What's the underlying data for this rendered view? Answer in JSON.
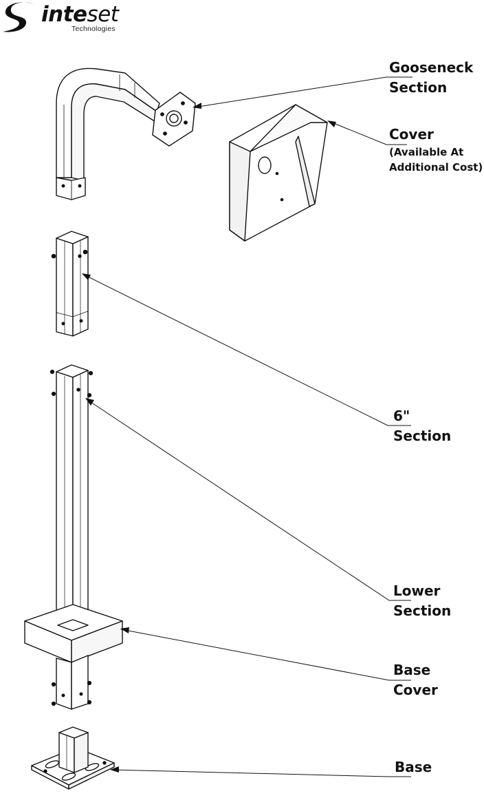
{
  "logo": {
    "brand_bold": "inte",
    "brand_thin": "set",
    "subtitle": "Technologies",
    "mark_icon": "swoosh-s-icon"
  },
  "parts": {
    "gooseneck": {
      "line1": "Gooseneck",
      "line2": "Section"
    },
    "cover": {
      "line1": "Cover",
      "line2": "(Available At",
      "line3": "Additional Cost)"
    },
    "six_inch": {
      "line1": "6\"",
      "line2": "Section"
    },
    "lower": {
      "line1": "Lower",
      "line2": "Section"
    },
    "base_cover": {
      "line1": "Base",
      "line2": "Cover"
    },
    "base": {
      "line1": "Base"
    }
  },
  "colors": {
    "ink": "#111111",
    "fill": "#ffffff"
  }
}
